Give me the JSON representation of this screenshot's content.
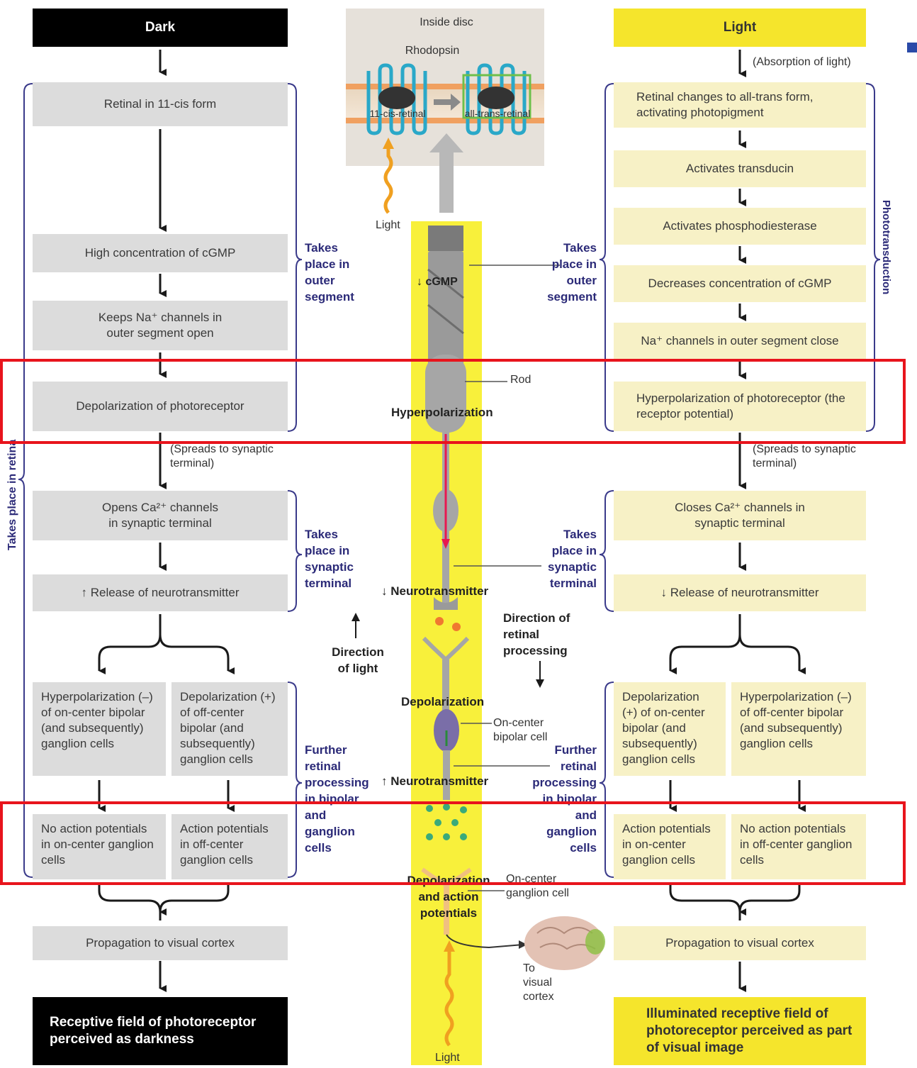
{
  "dark_column": {
    "header": "Dark",
    "step1": "Retinal in 11-cis form",
    "step2": "High concentration of cGMP",
    "step3": "Keeps Na⁺ channels in outer segment open",
    "step4": "Depolarization of photoreceptor",
    "spread_note": "(Spreads to synaptic terminal)",
    "step5": "Opens Ca²⁺ channels in synaptic terminal",
    "step6": "↑ Release of neurotransmitter",
    "branch_left": "Hyperpolarization (–) of on-center bipolar (and subsequently) ganglion cells",
    "branch_right": "Depolarization (+) of off-center bipolar (and subsequently) ganglion cells",
    "result_left": "No action potentials in on-center ganglion cells",
    "result_right": "Action potentials in off-center ganglion cells",
    "propagation": "Propagation to visual cortex",
    "final": "Receptive field of photoreceptor perceived as darkness",
    "side_label": "Takes place in retina"
  },
  "light_column": {
    "header": "Light",
    "absorption_note": "(Absorption of light)",
    "step1": "Retinal changes to all-trans form, activating photopigment",
    "step2": "Activates transducin",
    "step3": "Activates phosphodiesterase",
    "step4": "Decreases concentration of cGMP",
    "step5": "Na⁺ channels in outer segment close",
    "step6": "Hyperpolarization of photoreceptor (the receptor potential)",
    "spread_note": "(Spreads to synaptic terminal)",
    "step7": "Closes Ca²⁺ channels in synaptic terminal",
    "step8": "↓ Release of neurotransmitter",
    "branch_left": "Depolarization (+) of on-center bipolar (and subsequently) ganglion cells",
    "branch_right": "Hyperpolarization (–) of off-center bipolar (and subsequently) ganglion cells",
    "result_left": "Action potentials in on-center ganglion cells",
    "result_right": "No action potentials in off-center ganglion cells",
    "propagation": "Propagation to visual cortex",
    "final": "Illuminated receptive field of photoreceptor perceived as part of visual image",
    "side_label": "Phototransduction"
  },
  "middle_labels": {
    "left_outer": "Takes place in outer segment",
    "right_outer": "Takes place in outer segment",
    "left_synaptic": "Takes place in synaptic terminal",
    "right_synaptic": "Takes place in synaptic terminal",
    "left_further": "Further retinal processing in bipolar and ganglion cells",
    "right_further": "Further retinal processing in bipolar and ganglion cells"
  },
  "center_figure": {
    "inside_disc": "Inside disc",
    "rhodopsin": "Rhodopsin",
    "cis_retinal": "11-cis-retinal",
    "trans_retinal": "all-trans-retinal",
    "light_top": "Light",
    "cgmp": "↓ cGMP",
    "rod": "Rod",
    "hyperpolarization": "Hyperpolarization",
    "neurotransmitter_down": "↓ Neurotransmitter",
    "direction_light": "Direction of light",
    "direction_processing": "Direction of retinal processing",
    "depolarization": "Depolarization",
    "on_center_bipolar": "On-center bipolar cell",
    "neurotransmitter_up": "↑ Neurotransmitter",
    "depol_ap": "Depolarization and action potentials",
    "on_center_ganglion": "On-center ganglion cell",
    "to_visual_cortex": "To visual cortex",
    "light_bottom": "Light"
  }
}
